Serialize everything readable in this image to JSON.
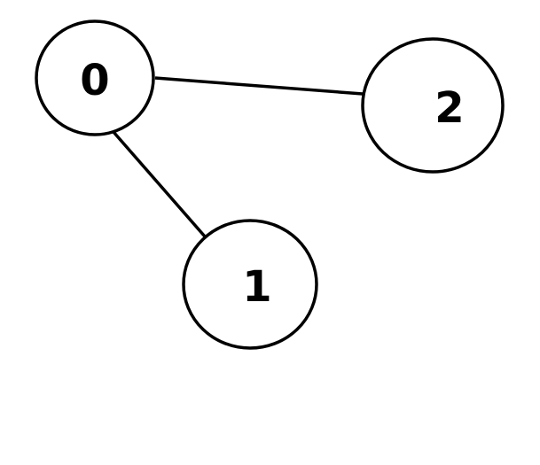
{
  "graph": {
    "nodes": [
      {
        "id": "0",
        "label": "0"
      },
      {
        "id": "1",
        "label": "1"
      },
      {
        "id": "2",
        "label": "2"
      }
    ],
    "edges": [
      {
        "from": "0",
        "to": "2"
      },
      {
        "from": "0",
        "to": "1"
      }
    ]
  },
  "colors": {
    "stroke": "#000000",
    "fill": "#ffffff",
    "background": "#ffffff"
  }
}
